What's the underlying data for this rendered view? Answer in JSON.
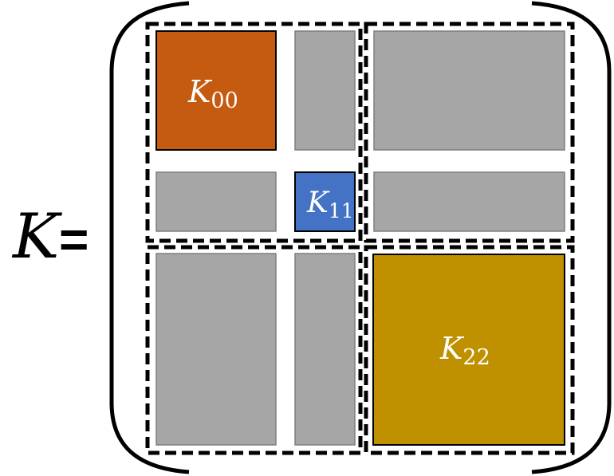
{
  "equation": {
    "lhs": "K",
    "equals": "="
  },
  "blocks": {
    "k00": {
      "symbol": "K",
      "subscript": "00"
    },
    "k11": {
      "symbol": "K",
      "subscript": "11"
    },
    "k22": {
      "symbol": "K",
      "subscript": "22"
    }
  },
  "colors": {
    "k00": "#C55A11",
    "k11": "#4472C4",
    "k22": "#BF9000",
    "off_diagonal": "#A6A6A6",
    "outline": "#000000",
    "label_text": "#FFFFFF"
  }
}
